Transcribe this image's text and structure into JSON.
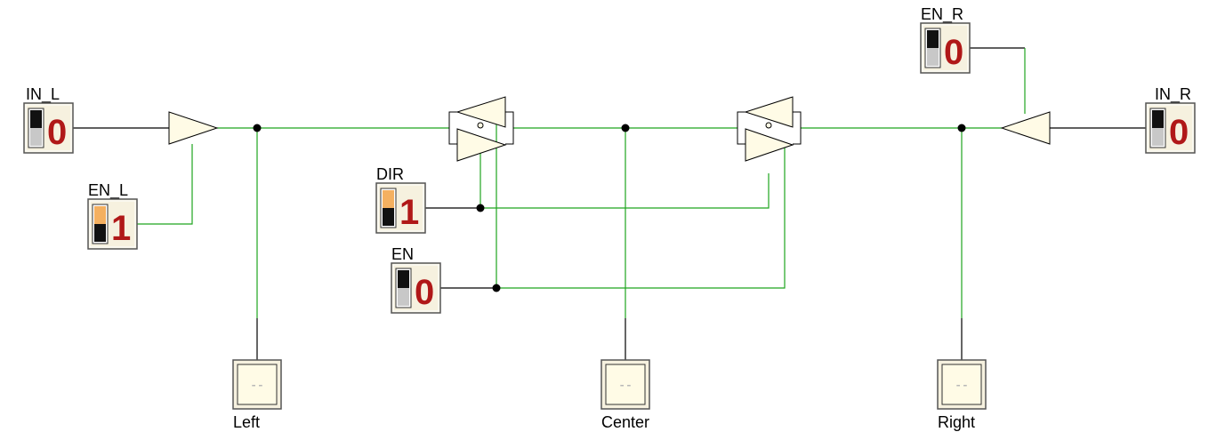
{
  "colors": {
    "wire_active": "#1fa51f",
    "wire_plain": "#000000",
    "gate_fill": "#fffbe6",
    "switch_on": "#f4b060",
    "switch_off": "#c8c8c8",
    "digit": "#b01818"
  },
  "switches": [
    {
      "id": "in_l",
      "label": "IN_L",
      "value": "0",
      "state": "off"
    },
    {
      "id": "en_l",
      "label": "EN_L",
      "value": "1",
      "state": "on"
    },
    {
      "id": "dir",
      "label": "DIR",
      "value": "1",
      "state": "on"
    },
    {
      "id": "en",
      "label": "EN",
      "value": "0",
      "state": "off"
    },
    {
      "id": "en_r",
      "label": "EN_R",
      "value": "0",
      "state": "off"
    },
    {
      "id": "in_r",
      "label": "IN_R",
      "value": "0",
      "state": "off"
    }
  ],
  "probes": [
    {
      "id": "left",
      "label": "Left",
      "display": "--"
    },
    {
      "id": "center",
      "label": "Center",
      "display": "--"
    },
    {
      "id": "right",
      "label": "Right",
      "display": "--"
    }
  ],
  "gates": [
    {
      "id": "buffer-left",
      "kind": "tristate-buffer",
      "direction": "right"
    },
    {
      "id": "transceiver-1",
      "kind": "bidirectional-buffer"
    },
    {
      "id": "transceiver-2",
      "kind": "bidirectional-buffer"
    },
    {
      "id": "buffer-right",
      "kind": "tristate-buffer",
      "direction": "left"
    }
  ]
}
